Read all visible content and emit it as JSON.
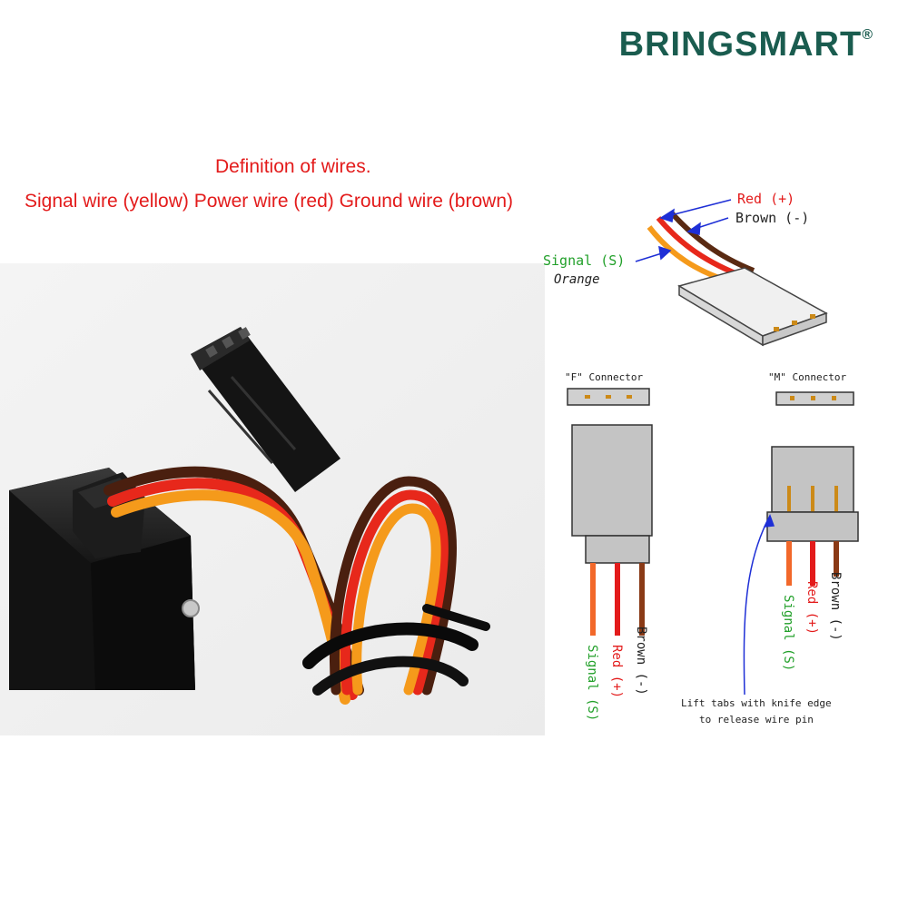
{
  "brand": {
    "name": "BRINGSMART",
    "mark": "®"
  },
  "caption": {
    "title": "Definition of wires.",
    "subtitle": "Signal wire (yellow) Power wire (red) Ground wire (brown)"
  },
  "diagram": {
    "top_labels": {
      "red": "Red (+)",
      "brown": "Brown (-)",
      "signal": "Signal (S)",
      "signal_color": "Orange"
    },
    "f_connector": {
      "title": "\"F\" Connector",
      "signal": "Signal (S)",
      "red": "Red (+)",
      "brown": "Brown (-)"
    },
    "m_connector": {
      "title": "\"M\" Connector",
      "signal": "Signal (S)",
      "red": "Red (+)",
      "brown": "Brown (-)"
    },
    "note_line1": "Lift tabs with knife edge",
    "note_line2": "to release wire pin"
  },
  "colors": {
    "brand": "#1a5c4f",
    "caption": "#e31b1b",
    "signal_label": "#22a02a",
    "red_label": "#e31b1b",
    "arrow": "#1e2fd6"
  }
}
